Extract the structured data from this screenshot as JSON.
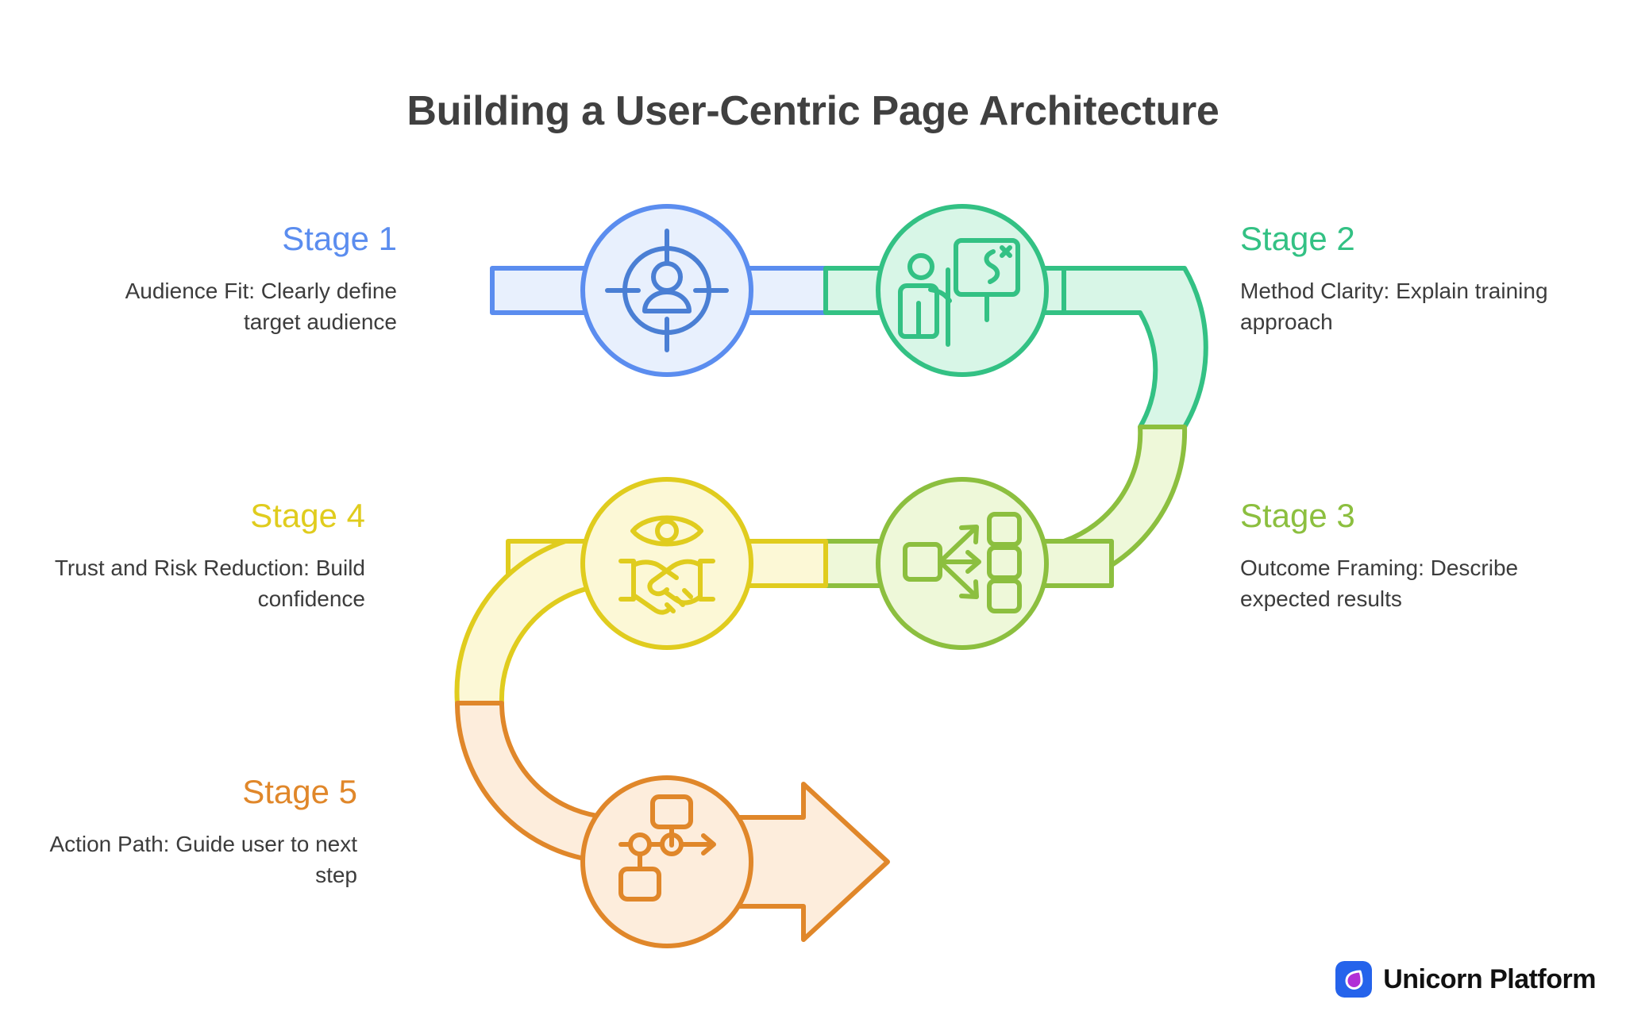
{
  "title": "Building a User-Centric Page Architecture",
  "colors": {
    "title": "#404040",
    "description": "#3c3c3c",
    "stage1": "#5b8def",
    "stage1_fill": "#e8f0fd",
    "stage2": "#33c184",
    "stage2_fill": "#d8f6e7",
    "stage3": "#8cbf3f",
    "stage3_fill": "#eef8d9",
    "stage4": "#e0cc1e",
    "stage4_fill": "#fcf8d6",
    "stage5": "#e0872a",
    "stage5_fill": "#fdeddc",
    "brand_blue": "#2563eb",
    "brand_purple": "#b02fd6"
  },
  "stages": [
    {
      "label": "Stage 1",
      "description": "Audience Fit: Clearly define target audience",
      "color": "#5b8def",
      "fill": "#e8f0fd",
      "icon": "target-user-icon"
    },
    {
      "label": "Stage 2",
      "description": "Method Clarity: Explain training approach",
      "color": "#33c184",
      "fill": "#d8f6e7",
      "icon": "presenter-whiteboard-icon"
    },
    {
      "label": "Stage 3",
      "description": "Outcome Framing: Describe expected results",
      "color": "#8cbf3f",
      "fill": "#eef8d9",
      "icon": "branching-outcomes-icon"
    },
    {
      "label": "Stage 4",
      "description": "Trust and Risk Reduction: Build confidence",
      "color": "#e0cc1e",
      "fill": "#fcf8d6",
      "icon": "eye-handshake-icon"
    },
    {
      "label": "Stage 5",
      "description": "Action Path: Guide user to next step",
      "color": "#e0872a",
      "fill": "#fdeddc",
      "icon": "flow-path-arrow-icon"
    }
  ],
  "brand": {
    "name": "Unicorn Platform",
    "mark": "unicorn-droplet-logo-icon"
  }
}
